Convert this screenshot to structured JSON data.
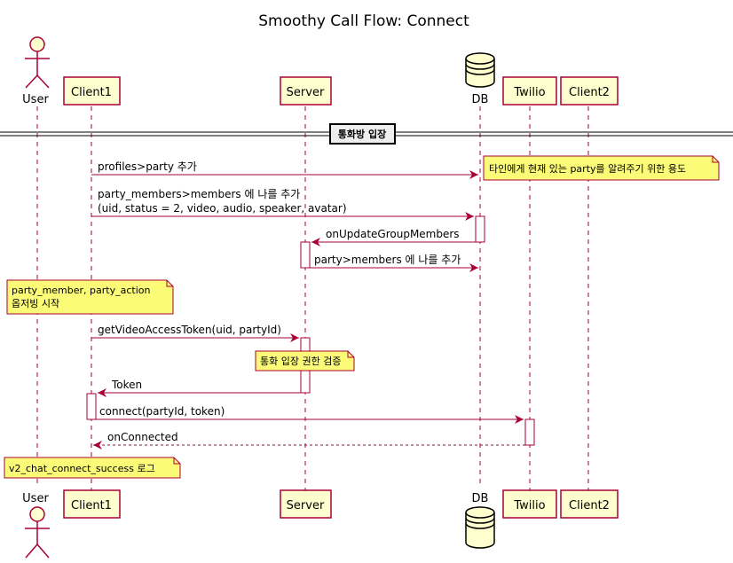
{
  "title": "Smoothy Call Flow: Connect",
  "participants": {
    "user": "User",
    "client1": "Client1",
    "server": "Server",
    "db": "DB",
    "twilio": "Twilio",
    "client2": "Client2"
  },
  "divider": "통화방 입장",
  "messages": {
    "m1": "profiles>party 추가",
    "m2_line1": "party_members>members 에 나를 추가",
    "m2_line2": "(uid, status = 2, video, audio, speaker, avatar)",
    "m3": "onUpdateGroupMembers",
    "m4": "party>members 에 나를 추가",
    "m5": "getVideoAccessToken(uid, partyId)",
    "m6": "Token",
    "m7": "connect(partyId, token)",
    "m8": "onConnected"
  },
  "notes": {
    "n1": "타인에게 현재 있는 party를 알려주기 위한 용도",
    "n2_line1": "party_member, party_action",
    "n2_line2": "옵저빙 시작",
    "n3": "통화 입장 권한 검증",
    "n4": "v2_chat_connect_success 로그"
  },
  "colors": {
    "participant_fill": "#FEFECE",
    "participant_border": "#A80036",
    "arrow": "#A80036",
    "note_fill": "#FBFB77",
    "note_border": "#A80036",
    "lifeline": "#A80036"
  }
}
